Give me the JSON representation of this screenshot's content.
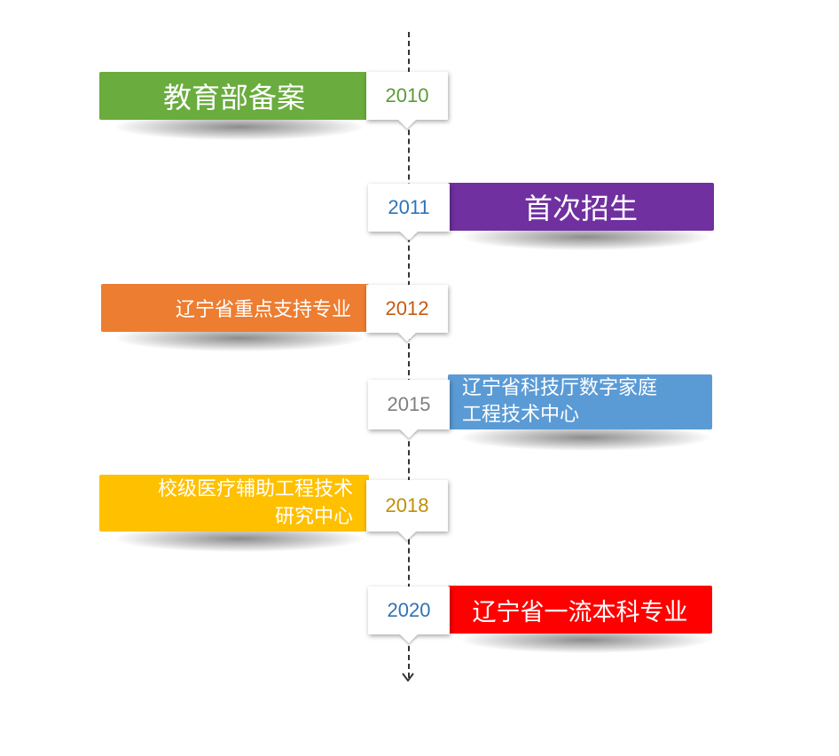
{
  "timeline": {
    "events": [
      {
        "year": "2010",
        "label": "教育部备案",
        "color": "#6aac3e",
        "year_color": "#5c9a37",
        "side": "left"
      },
      {
        "year": "2011",
        "label": "首次招生",
        "color": "#7030a0",
        "year_color": "#2e74b5",
        "side": "right"
      },
      {
        "year": "2012",
        "label": "辽宁省重点支持专业",
        "color": "#ed7d31",
        "year_color": "#c55a11",
        "side": "left"
      },
      {
        "year": "2015",
        "label_lines": [
          "辽宁省科技厅数字家庭",
          "工程技术中心"
        ],
        "color": "#5b9bd5",
        "year_color": "#7f7f7f",
        "side": "right"
      },
      {
        "year": "2018",
        "label_lines": [
          "校级医疗辅助工程技术",
          "研究中心"
        ],
        "color": "#ffc000",
        "year_color": "#bf9000",
        "side": "left"
      },
      {
        "year": "2020",
        "label": "辽宁省一流本科专业",
        "color": "#ff0000",
        "year_color": "#2e74b5",
        "side": "right"
      }
    ]
  }
}
